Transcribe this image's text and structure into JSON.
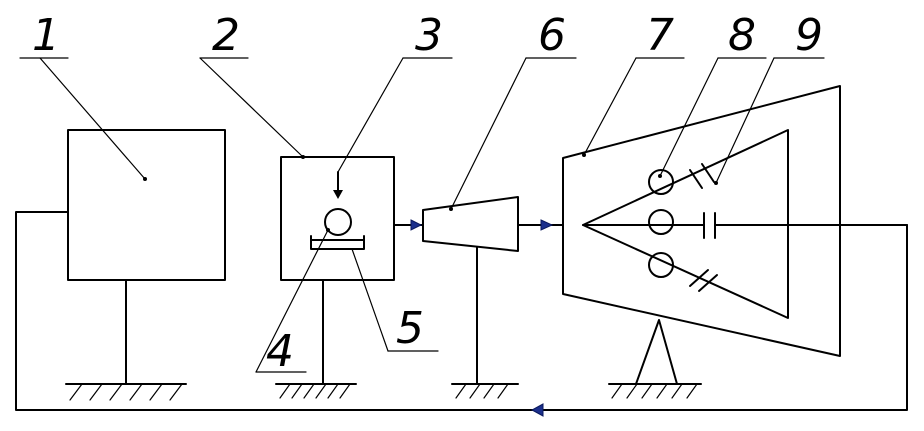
{
  "labels": {
    "l1": "1",
    "l2": "2",
    "l3": "3",
    "l4": "4",
    "l5": "5",
    "l6": "6",
    "l7": "7",
    "l8": "8",
    "l9": "9"
  },
  "colors": {
    "line": "#000000",
    "arrow": "#1b2f8c",
    "background": "#ffffff"
  }
}
